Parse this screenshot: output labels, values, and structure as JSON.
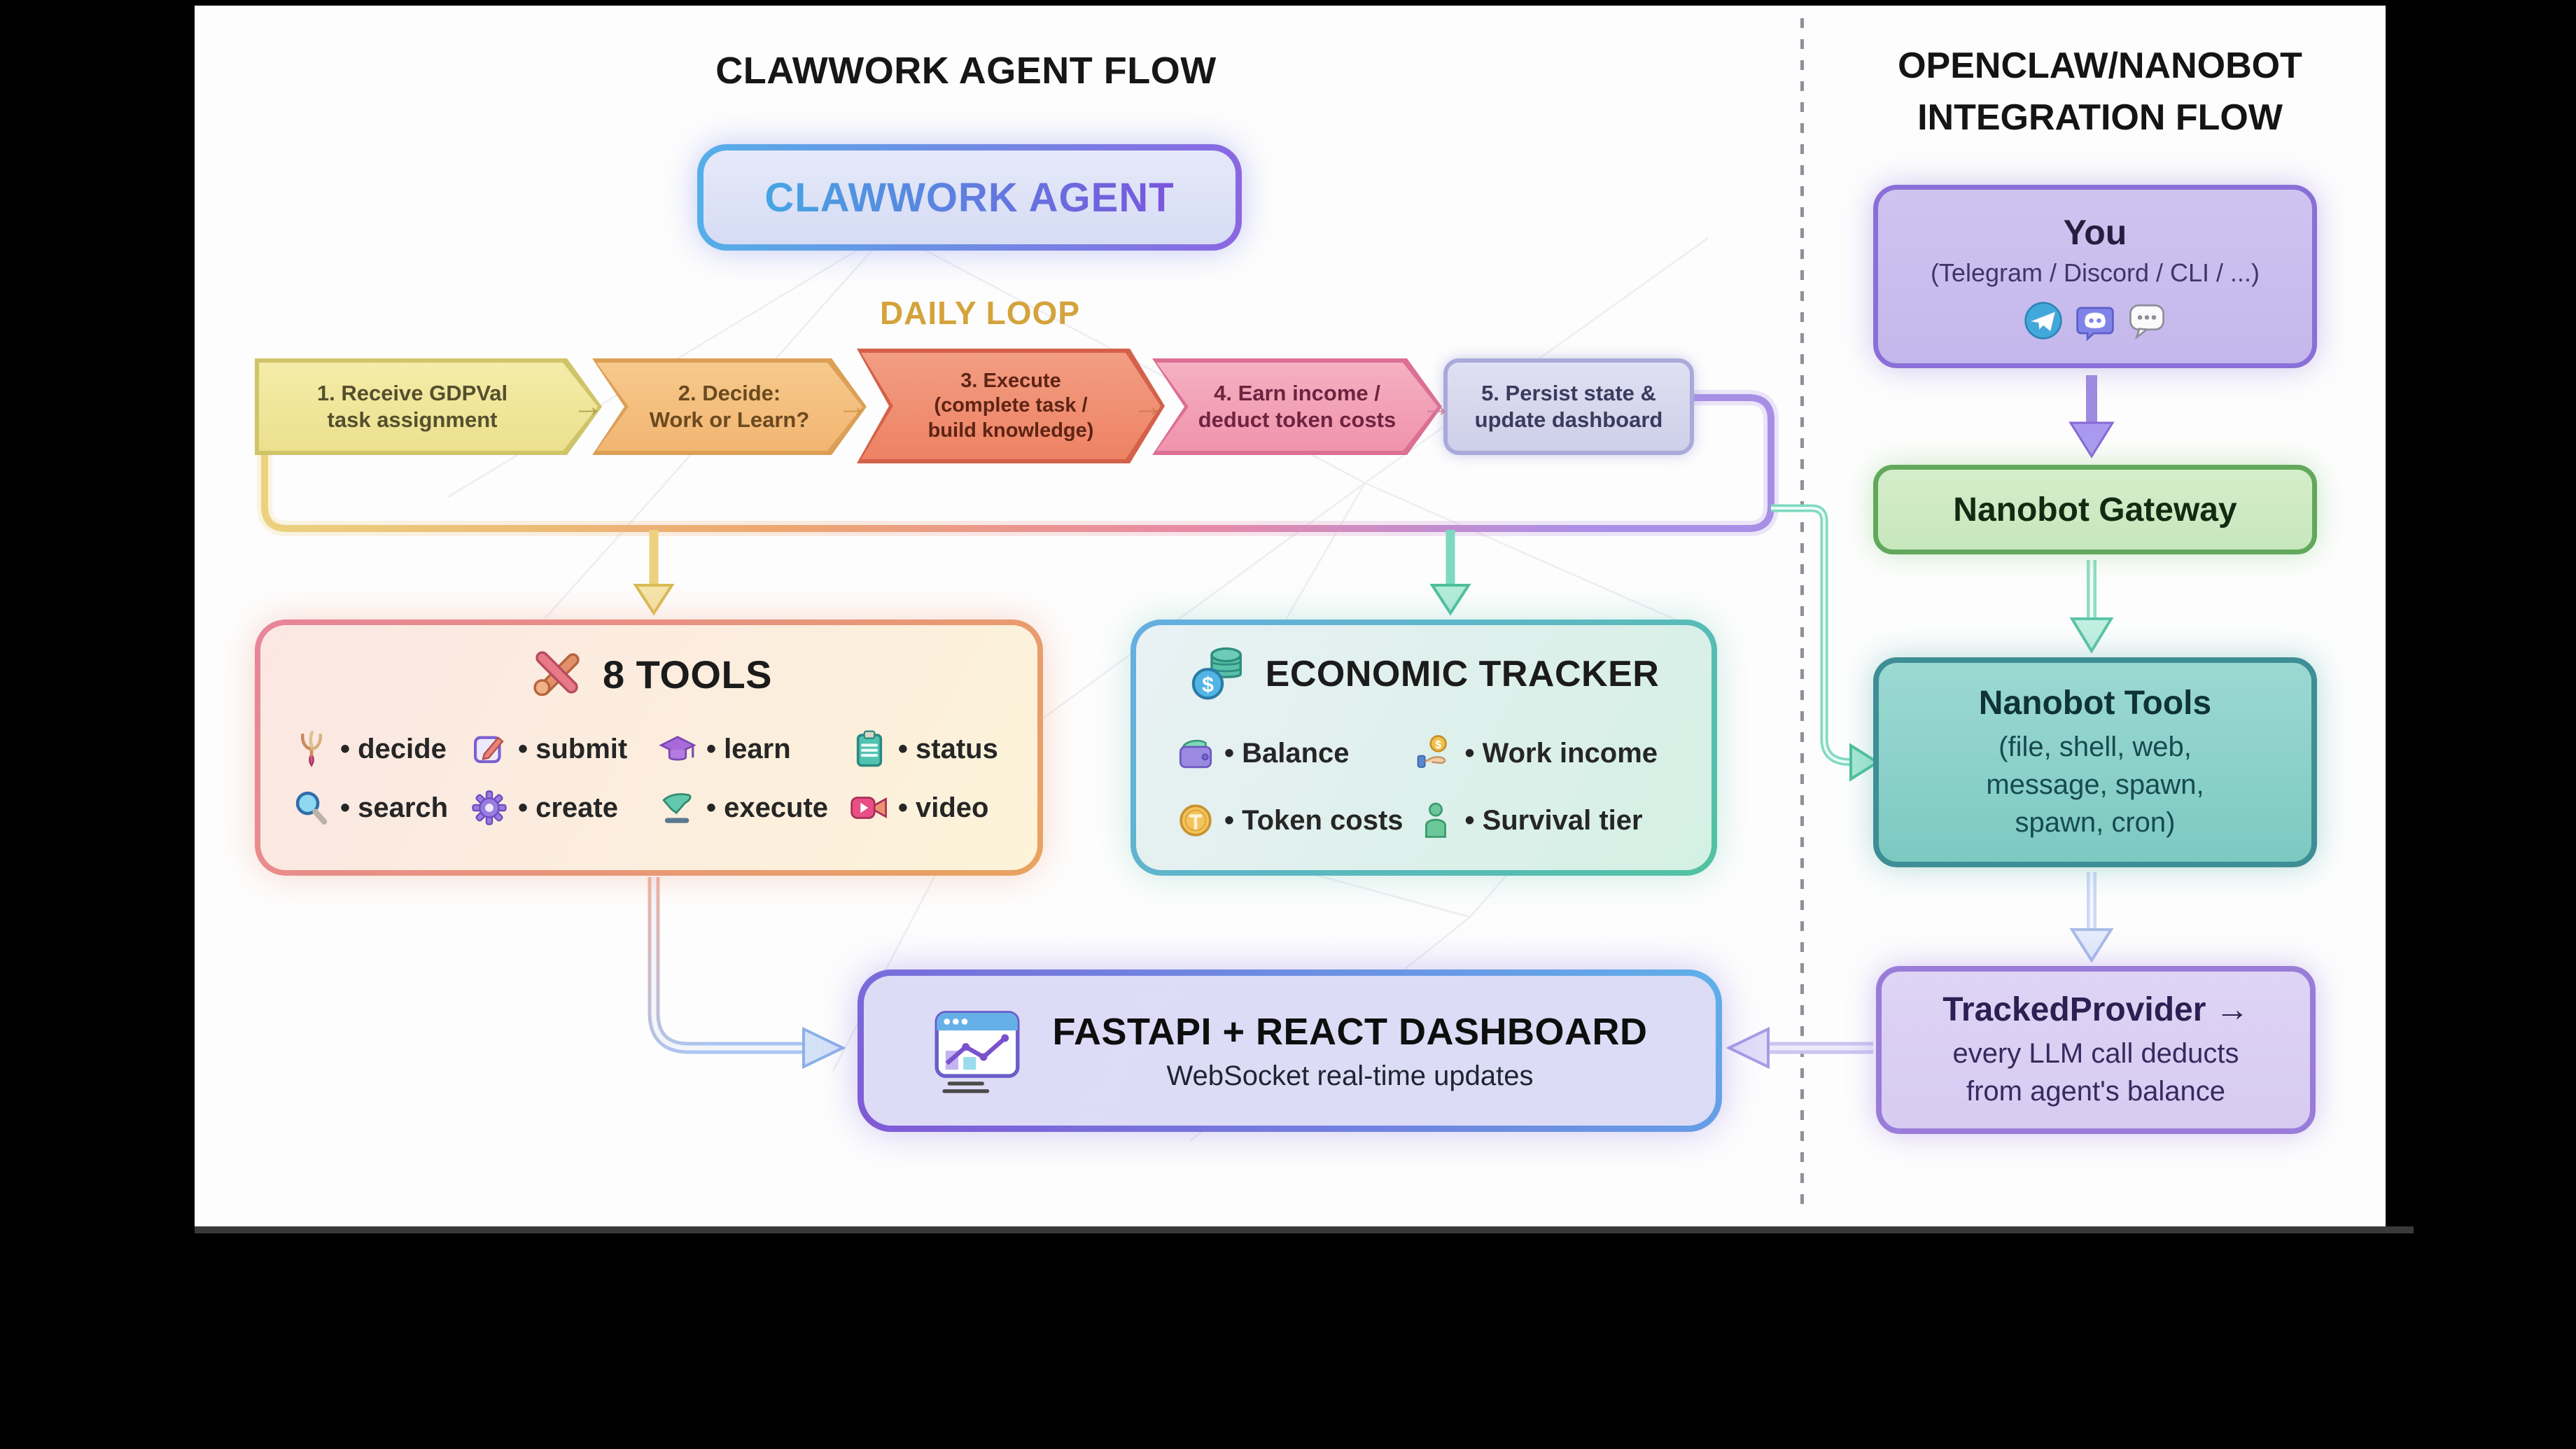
{
  "left": {
    "title": "CLAWWORK AGENT FLOW",
    "agent_pill": "CLAWWORK AGENT",
    "daily_loop": "DAILY LOOP",
    "junction_arrow": "→",
    "steps": [
      {
        "label": "1. Receive GDPVal\ntask assignment"
      },
      {
        "label": "2. Decide:\nWork or Learn?"
      },
      {
        "label": "3. Execute\n(complete task /\nbuild knowledge)"
      },
      {
        "label": "4. Earn income /\ndeduct token costs"
      },
      {
        "label": "5. Persist state &\nupdate dashboard"
      }
    ],
    "tools_box": {
      "title": "8 TOOLS",
      "items": [
        {
          "id": "decide",
          "label": "• decide"
        },
        {
          "id": "submit",
          "label": "• submit"
        },
        {
          "id": "learn",
          "label": "• learn"
        },
        {
          "id": "status",
          "label": "• status"
        },
        {
          "id": "search",
          "label": "• search"
        },
        {
          "id": "create",
          "label": "• create"
        },
        {
          "id": "execute",
          "label": "• execute"
        },
        {
          "id": "video",
          "label": "• video"
        }
      ]
    },
    "economic_box": {
      "title": "ECONOMIC TRACKER",
      "items": [
        {
          "id": "balance",
          "label": "• Balance"
        },
        {
          "id": "work-income",
          "label": "• Work income"
        },
        {
          "id": "token-costs",
          "label": "• Token costs"
        },
        {
          "id": "survival-tier",
          "label": "• Survival tier"
        }
      ]
    },
    "dashboard_box": {
      "title": "FASTAPI + REACT DASHBOARD",
      "subtitle": "WebSocket real-time updates"
    }
  },
  "right": {
    "title_line1": "OPENCLAW/NANOBOT",
    "title_line2": "INTEGRATION FLOW",
    "you_box": {
      "title": "You",
      "subtitle": "(Telegram / Discord / CLI / ...)"
    },
    "gateway_box": {
      "title": "Nanobot Gateway"
    },
    "tools_box": {
      "title": "Nanobot Tools",
      "body": "(file, shell, web,\nmessage, spawn,\nspawn, cron)"
    },
    "tracked_box": {
      "title": "TrackedProvider →",
      "body": "every LLM call deducts\nfrom agent's balance"
    }
  },
  "colors": {
    "loop_yellow": "#ecd27e",
    "loop_orange": "#eda671",
    "loop_pink": "#e88aa6",
    "loop_purple": "#ab8fe8",
    "arrow_teal": "#7fd9c0",
    "arrow_purple": "#9d8ce0",
    "divider_gray": "#90909a",
    "pill_blue": "#55aee8",
    "pill_purple": "#8a67e2"
  }
}
